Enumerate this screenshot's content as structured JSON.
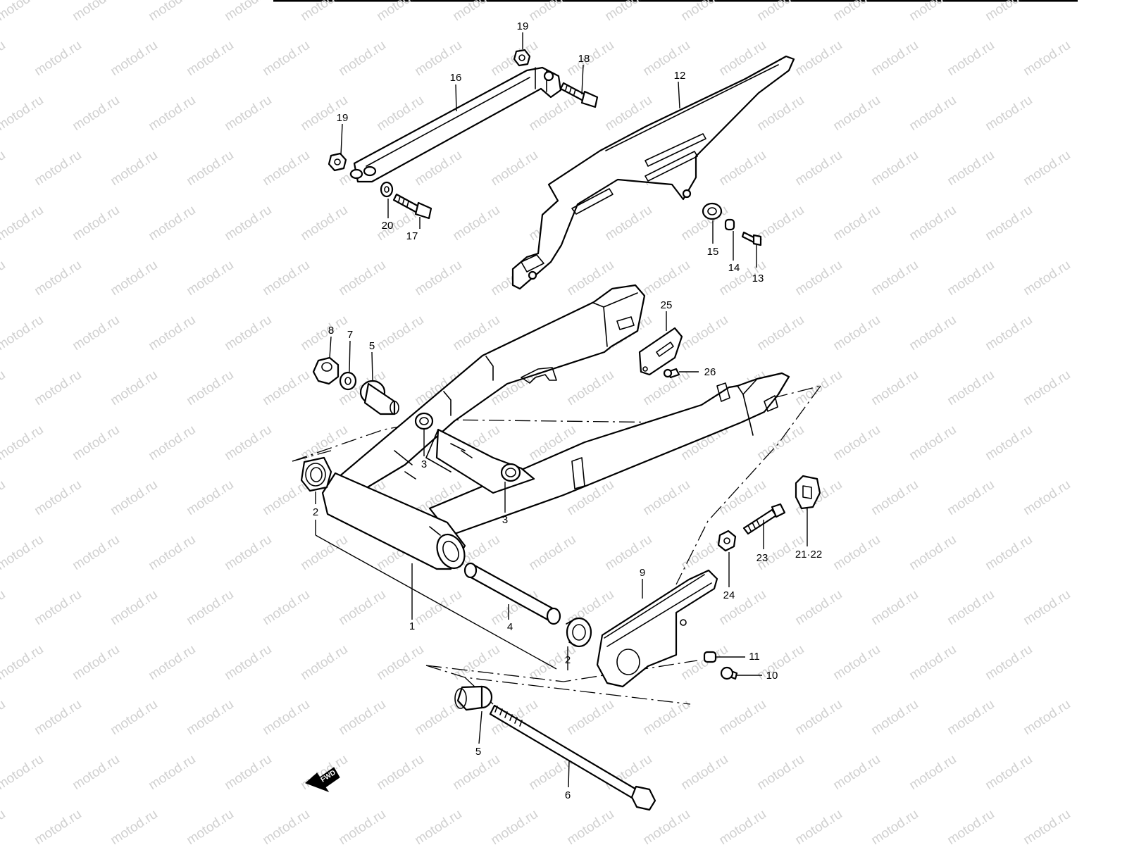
{
  "watermark": {
    "text": "motod.ru",
    "color": "#d0d0d0"
  },
  "badge": {
    "label": "FWD",
    "icon": "fwd-arrow-icon"
  },
  "callouts": {
    "c1": "1",
    "c2a": "2",
    "c2b": "2",
    "c3a": "3",
    "c3b": "3",
    "c4": "4",
    "c5a": "5",
    "c5b": "5",
    "c6": "6",
    "c7": "7",
    "c8": "8",
    "c9": "9",
    "c10": "10",
    "c11": "11",
    "c12": "12",
    "c13": "13",
    "c14": "14",
    "c15": "15",
    "c16": "16",
    "c17": "17",
    "c18": "18",
    "c19a": "19",
    "c19b": "19",
    "c20": "20",
    "c2122": "21·22",
    "c23": "23",
    "c24": "24",
    "c25": "25",
    "c26": "26"
  },
  "colors": {
    "line": "#000000",
    "background": "#ffffff"
  }
}
